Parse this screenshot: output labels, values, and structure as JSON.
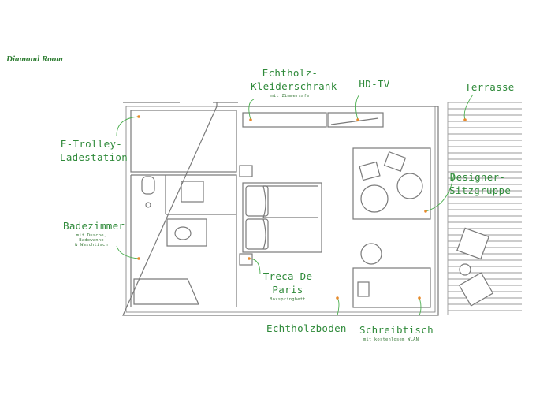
{
  "title": "Diamond Room",
  "labels": {
    "wardrobe_line1": "Echtholz-",
    "wardrobe_line2": "Kleiderschrank",
    "wardrobe_sub": "mit Zimmersafe",
    "tv": "HD-TV",
    "terrace": "Terrasse",
    "trolley_line1": "E-Trolley-",
    "trolley_line2": "Ladestation",
    "designer_line1": "Designer-",
    "designer_line2": "Sitzgruppe",
    "bath": "Badezimmer",
    "bath_sub_line1": "mit Dusche, Badewanne",
    "bath_sub_line2": "& Waschtisch",
    "bed": "Treca De Paris",
    "bed_sub": "Boxspringbett",
    "floor": "Echtholzboden",
    "desk": "Schreibtisch",
    "desk_sub": "mit kostenlosem WLAN"
  },
  "colors": {
    "accent_green": "#2f8a3a",
    "marker_orange": "#e8892b",
    "line_grey": "#7a7a7a"
  }
}
